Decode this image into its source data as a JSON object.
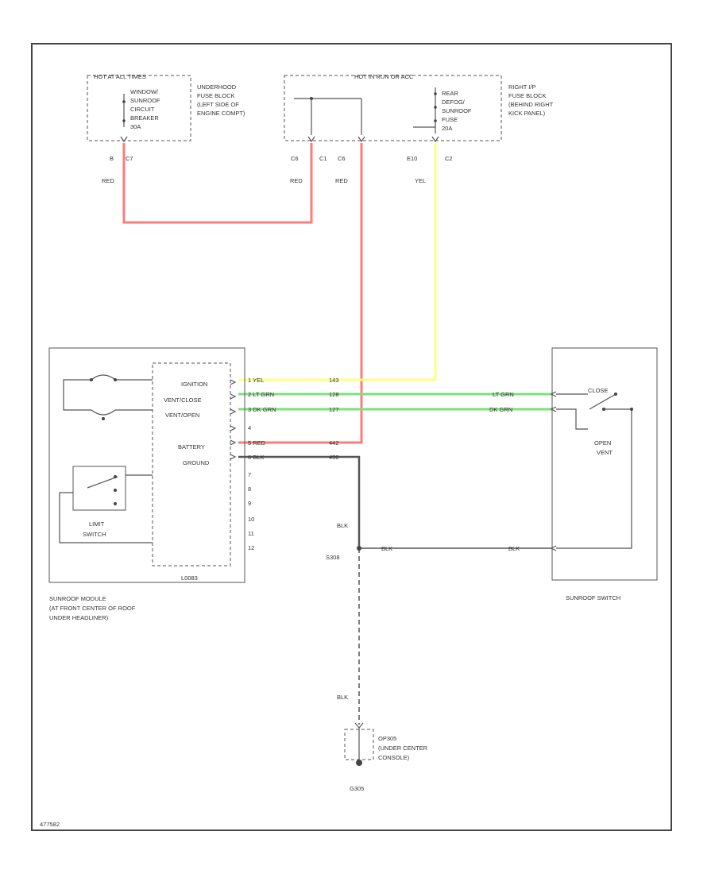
{
  "colors": {
    "red": "#ff7b7b",
    "yellow": "#ffff80",
    "green": "#7fe07f",
    "black": "#555555",
    "frame": "#444444"
  },
  "hot_at_all_times": {
    "header": "HOT AT ALL TIMES",
    "device": [
      "WINDOW/",
      "SUNROOF",
      "CIRCUIT",
      "BREAKER",
      "30A"
    ],
    "location": [
      "UNDERHOOD",
      "FUSE BLOCK",
      "(LEFT SIDE OF",
      "ENGINE COMPT)"
    ],
    "pin_a": "B",
    "pin_b": "C7"
  },
  "hot_in_run": {
    "header": "HOT IN RUN OR ACC",
    "device": [
      "REAR",
      "DEFOG/",
      "SUNROOF",
      "FUSE",
      "20A"
    ],
    "location": [
      "RIGHT I/P",
      "FUSE BLOCK",
      "(BEHIND RIGHT",
      "KICK PANEL)"
    ],
    "pins": [
      "C6",
      "C1",
      "C6",
      "E10",
      "C2"
    ]
  },
  "wire_colors": {
    "red_1": "RED",
    "red_2": "RED",
    "red_3": "RED",
    "yel": "YEL",
    "blk_1": "BLK",
    "blk_2": "BLK"
  },
  "module": {
    "labels": [
      "IGNITION",
      "VENT/CLOSE",
      "VENT/OPEN",
      "BATTERY",
      "GROUND"
    ],
    "pins": [
      "1 YEL",
      "2 LT GRN",
      "3 DK GRN",
      "4",
      "5 RED",
      "6 BLK",
      "7",
      "8",
      "9",
      "10",
      "11",
      "12"
    ],
    "circuits": [
      "143",
      "128",
      "127",
      "442",
      "450"
    ],
    "connector": "L0083",
    "limit_switch": [
      "LIMIT",
      "SWITCH"
    ],
    "name": [
      "SUNROOF MODULE",
      "(AT FRONT CENTER OF ROOF",
      "UNDER HEADLINER)"
    ]
  },
  "switch": {
    "wires": [
      "LT GRN",
      "DK GRN",
      "BLK"
    ],
    "pos_close": "CLOSE",
    "pos_open": [
      "OPEN",
      "VENT"
    ],
    "name": "SUNROOF SWITCH"
  },
  "splice": {
    "id": "S308",
    "blk_wire": "BLK"
  },
  "ground": {
    "location": [
      "OP305",
      "(UNDER CENTER",
      "CONSOLE)"
    ],
    "id": "G305"
  },
  "figure_id": "477582"
}
